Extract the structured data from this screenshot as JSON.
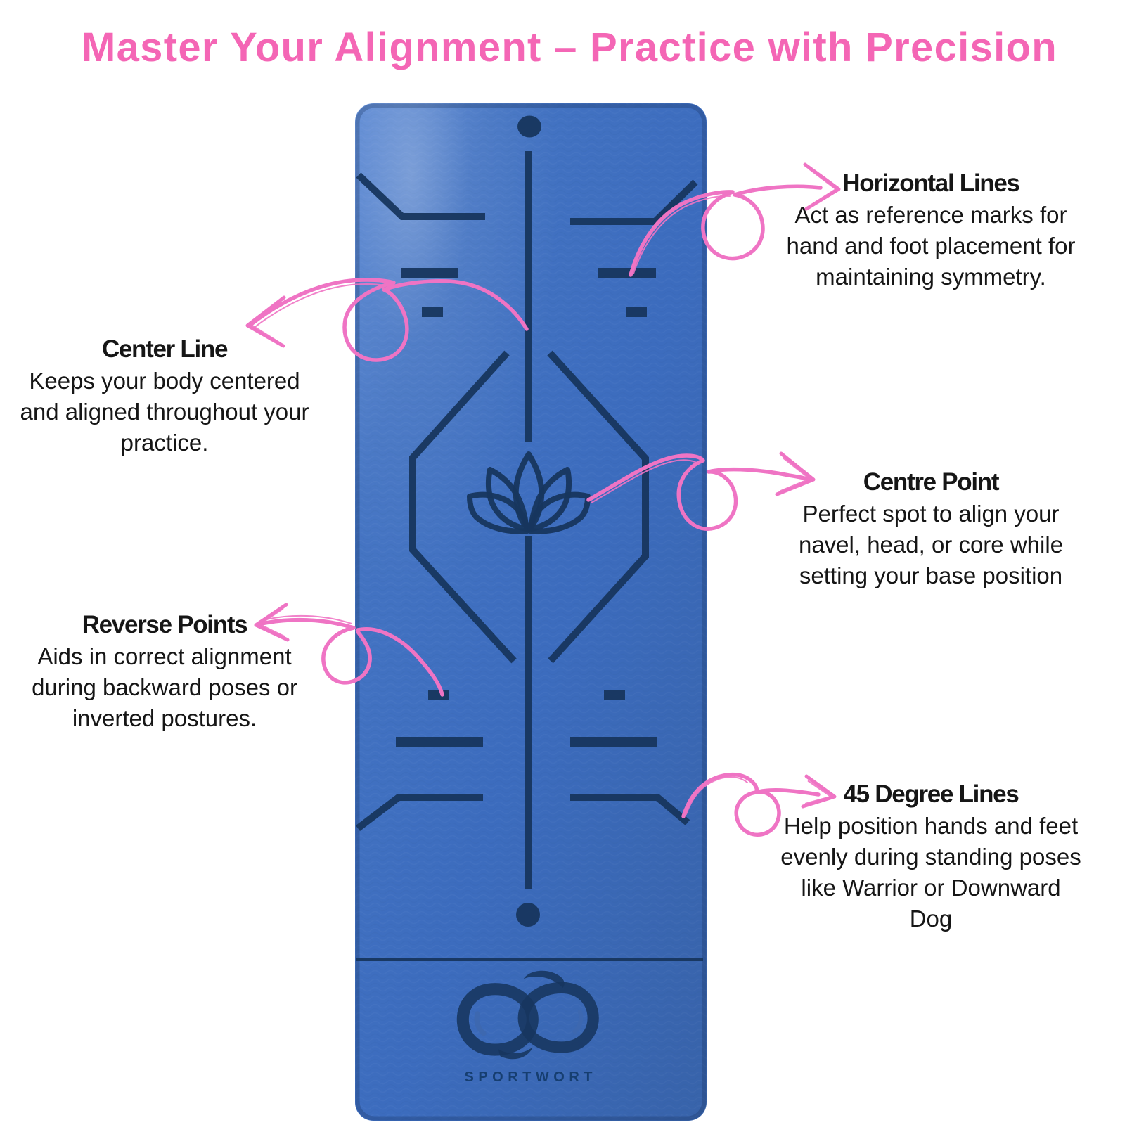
{
  "title": {
    "text": "Master Your Alignment – Practice with Precision",
    "color": "#f466b5"
  },
  "annotations": [
    {
      "id": "horizontal-lines",
      "heading": "Horizontal Lines",
      "lines": [
        "Act as reference marks for",
        "hand and foot placement for",
        "maintaining symmetry."
      ]
    },
    {
      "id": "center-line",
      "heading": "Center Line",
      "lines": [
        "Keeps your body centered",
        "and aligned throughout your",
        "practice."
      ]
    },
    {
      "id": "centre-point",
      "heading": "Centre Point",
      "lines": [
        "Perfect spot to align your",
        "navel, head, or core while",
        "setting your base position"
      ]
    },
    {
      "id": "reverse-points",
      "heading": "Reverse Points",
      "lines": [
        "Aids in correct alignment",
        "during backward poses or",
        "inverted postures."
      ]
    },
    {
      "id": "45-degree-lines",
      "heading": "45 Degree Lines",
      "lines": [
        "Help position hands and feet",
        "evenly during standing poses",
        "like Warrior or Downward",
        "Dog"
      ]
    }
  ],
  "mat": {
    "brand": "SPORTWORT",
    "feature_icons": [
      "top-hole",
      "center-line",
      "lotus-emblem",
      "alignment-octagon",
      "centre-dot",
      "infinity-logo"
    ],
    "colors": {
      "surface": "#3e6ebc",
      "line": "#17365e"
    }
  },
  "colors": {
    "background": "#ffffff",
    "title_pink": "#f466b5",
    "arrow_pink": "#ef74c4",
    "text_ink": "#161616"
  }
}
